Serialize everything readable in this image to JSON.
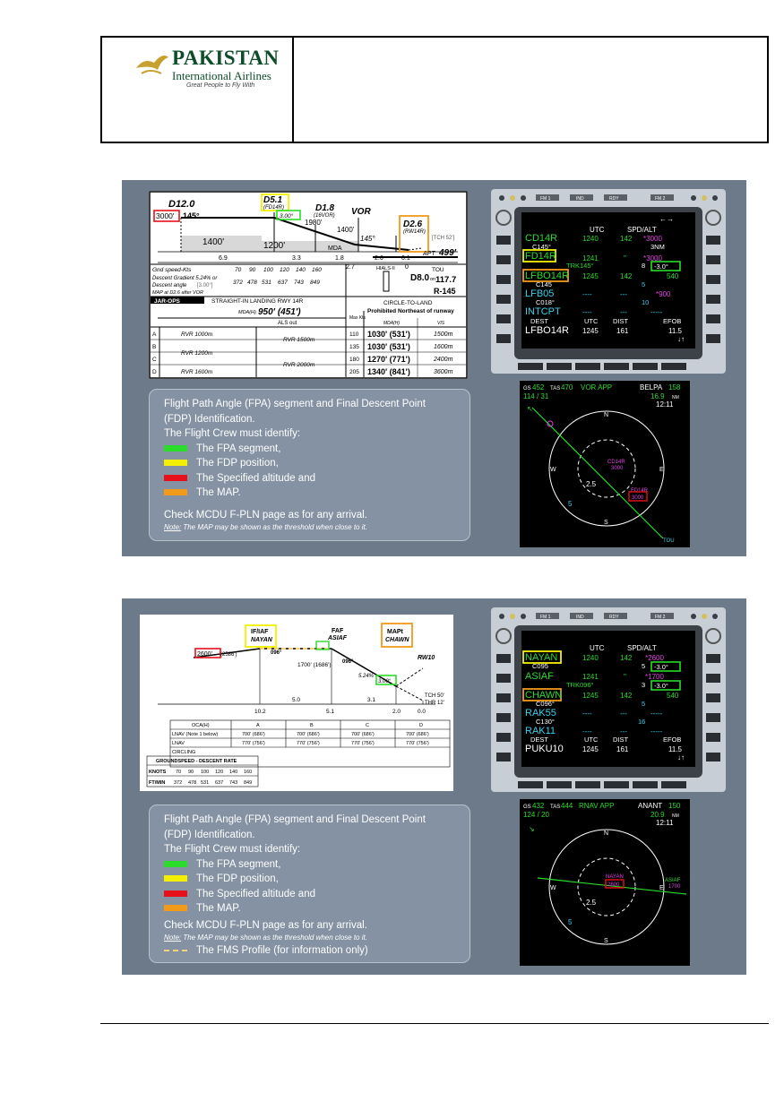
{
  "header": {
    "airline_name": "PAKISTAN",
    "airline_sub": "International Airlines",
    "tagline": "Great People to Fly With"
  },
  "colors": {
    "green": "#2bdc2b",
    "yellow": "#f4f000",
    "red": "#e8101a",
    "orange": "#f29a1a",
    "cyan": "#3ad0ea",
    "magenta": "#e040e0",
    "panel": "#6c7a8a"
  },
  "legend": {
    "title1": "Flight Path Angle (FPA) segment and Final Descent Point",
    "title2": "(FDP) Identification.",
    "must": "The Flight Crew must identify:",
    "items": [
      "The FPA segment,",
      "The FDP position,",
      "The Specified altitude and",
      "The MAP."
    ],
    "check": "Check MCDU F-PLN page as for any arrival.",
    "note_label": "Note:",
    "note_text": " The MAP may be shown as the threshold when close to it.",
    "fms_profile": "The FMS Profile (for information only)"
  },
  "chart1": {
    "d12": "D12.0",
    "alt3000": "3000'",
    "hdg145": "145°",
    "d51": "D5.1",
    "fd14r": "(FD14R)",
    "fpa": "3.00°",
    "d18": "D1.8",
    "sub16vor": "(16VOR)",
    "alt1980": "1980'",
    "vor": "VOR",
    "alt1400": "1400'",
    "hdg145b": "145°",
    "d26": "D2.6",
    "rw14r": "(RW14R)",
    "tch": "[TCH 52']",
    "apt": "APT",
    "aptalt": "499'",
    "a1400": "1400'",
    "a1200": "1200'",
    "mda": "MDA",
    "dist": [
      "6.9",
      "3.3",
      "1.8",
      "2.6",
      "0.1"
    ],
    "dist27": "2.7",
    "zero": "0",
    "gs_label": "Gnd speed-Kts",
    "gs": [
      "70",
      "90",
      "100",
      "120",
      "140",
      "160"
    ],
    "dg_label1": "Descent Gradient 5.24% or",
    "dg_label2": "Descent angle",
    "dg_angle": "[3.00°]",
    "rod": [
      "372",
      "478",
      "531",
      "637",
      "743",
      "849"
    ],
    "map_note": "MAP at D2.6 after VOR",
    "hials": "HIALS-II",
    "d80": "D8.0",
    "tou": "TOU",
    "on": "on",
    "freq": "117.7",
    "r145": "R-145",
    "jar": "JAR-OPS",
    "sil": "STRAIGHT-IN LANDING RWY 14R",
    "mdah_label": "MDA(H)",
    "mdah": "950' (451')",
    "als": "ALS out",
    "max_label": "Max Kts",
    "ctl": "CIRCLE-TO-LAND",
    "prohib": "Prohibited Northeast of runway",
    "mdah2": "MDA(H)",
    "vis": "VIS",
    "rows": [
      {
        "cat": "A",
        "rvr1": "RVR 1000m",
        "kts": "110",
        "mda": "1030' (531')",
        "vis": "1500m"
      },
      {
        "cat": "B",
        "rvr1": "",
        "kts": "135",
        "mda": "1030' (531')",
        "vis": "1600m"
      },
      {
        "cat": "C",
        "rvr1": "RVR 1200m",
        "kts": "180",
        "mda": "1270' (771')",
        "vis": "2400m"
      },
      {
        "cat": "D",
        "rvr1": "RVR 1600m",
        "kts": "205",
        "mda": "1340' (841')",
        "vis": "3600m"
      }
    ],
    "rvr1500": "RVR 1500m",
    "rvr2000": "RVR 2000m"
  },
  "mcdu1": {
    "top": [
      "FM 1",
      "IND",
      "RDY",
      "FM 2"
    ],
    "arrow": "←→",
    "hdr": [
      "UTC",
      "SPD/ALT"
    ],
    "l1": {
      "wpt": "CD14R",
      "utc": "1240",
      "spd": "142",
      "alt": "*3000"
    },
    "l1b": {
      "trk": "C145°",
      "dist": "3NM"
    },
    "l2": {
      "wpt": "FD14R",
      "utc": "1241",
      "spd": "\"",
      "alt": "*3000"
    },
    "l2b": {
      "trk": "TRK145°",
      "n": "8",
      "fpa": "-3.0°"
    },
    "l3": {
      "wpt": "LFBO14R",
      "utc": "1245",
      "spd": "142",
      "alt": "540"
    },
    "l3b": {
      "trk": "C145",
      "n": "5"
    },
    "l4": {
      "wpt": "LFB05",
      "utc": "----",
      "spd": "---",
      "alt": "*900"
    },
    "l4b": {
      "trk": "C018°",
      "n": "10"
    },
    "l5": {
      "wpt": "INTCPT",
      "utc": "----",
      "spd": "---",
      "alt": "-----"
    },
    "foot": {
      "dest": "DEST",
      "utc": "UTC",
      "dist": "DIST",
      "efob": "EFOB",
      "d": "LFBO14R",
      "u": "1245",
      "di": "161",
      "e": "11.5"
    }
  },
  "nd1": {
    "gs": "GS",
    "gsv": "452",
    "tas": "TAS",
    "tasv": "470",
    "mode": "VOR APP",
    "wpt": "BELPA",
    "wptv": "158",
    "wind": "114 / 31",
    "dist": "16.9",
    "nm": "NM",
    "time": "12:11",
    "n": "N",
    "e": "E",
    "s": "S",
    "w": "W",
    "cd14r": "CD14R",
    "cd14r_alt": "3000",
    "fd14r": "FD14R",
    "fd14r_alt": "3000",
    "r25": "2.5",
    "r5": "5",
    "tou": "TOU"
  },
  "chart2": {
    "if_label": "IF/IAF",
    "if_name": "NAYAN",
    "faf_label": "FAF",
    "faf_name": "ASIAF",
    "map_label": "MAPt",
    "map_name": "CHAWN",
    "alt2600": "2600'",
    "alt2586": "(2586')",
    "crs096": "096°",
    "alt1700": "1700' (1686')",
    "crs096b": "096°",
    "grad": "5.24%",
    "fpa": "3.00°",
    "rw10": "RW10",
    "tch": "TCH 50'",
    "thr": "THR 12'",
    "dist": [
      "10.2",
      "5.0",
      "5.1",
      "3.1",
      "2.0",
      "0.0"
    ],
    "oca": {
      "head": [
        "OCA(H)",
        "A",
        "B",
        "C",
        "D"
      ],
      "rows": [
        [
          "LNAV (Note 1 below)",
          "700' (686')",
          "700' (686')",
          "700' (686')",
          "700' (686')"
        ],
        [
          "LNAV",
          "770' (756')",
          "770' (756')",
          "770' (756')",
          "770' (756')"
        ],
        [
          "CIRCLING",
          "",
          "",
          "",
          ""
        ]
      ]
    },
    "gsd": {
      "title": "GROUNDSPEED - DESCENT RATE",
      "knots": "KNOTS",
      "kv": [
        "70",
        "90",
        "100",
        "120",
        "140",
        "160"
      ],
      "ftmin": "FT/MIN",
      "fv": [
        "372",
        "478",
        "531",
        "637",
        "743",
        "849"
      ]
    }
  },
  "mcdu2": {
    "l1": {
      "wpt": "NAYAN",
      "utc": "1240",
      "spd": "142",
      "alt": "*2600"
    },
    "l1b": {
      "trk": "C095",
      "n": "5",
      "fpa": "-3.0°"
    },
    "l2": {
      "wpt": "ASIAF",
      "utc": "1241",
      "spd": "\"",
      "alt": "*1700"
    },
    "l2b": {
      "trk": "TRK096°",
      "n": "3",
      "fpa": "-3.0°"
    },
    "l3": {
      "wpt": "CHAWN",
      "utc": "1245",
      "spd": "142",
      "alt": "540"
    },
    "l3b": {
      "trk": "C096°",
      "n": "5"
    },
    "l4": {
      "wpt": "RAK55",
      "utc": "----",
      "spd": "---",
      "alt": "-----"
    },
    "l4b": {
      "trk": "C130°",
      "n": "16"
    },
    "l5": {
      "wpt": "RAK11",
      "utc": "----",
      "spd": "---",
      "alt": "-----"
    },
    "foot": {
      "dest": "DEST",
      "utc": "UTC",
      "dist": "DIST",
      "efob": "EFOB",
      "d": "PUKU10",
      "u": "1245",
      "di": "161",
      "e": "11.5"
    }
  },
  "nd2": {
    "gsv": "432",
    "tasv": "444",
    "mode": "RNAV APP",
    "wpt": "ANANT",
    "wptv": "150",
    "wind": "124 / 20",
    "dist": "20.9",
    "time": "12:11",
    "nayan": "NAYAN",
    "nayan_alt": "2600",
    "asiaf": "ASIAF",
    "asiaf_alt": "1700"
  }
}
